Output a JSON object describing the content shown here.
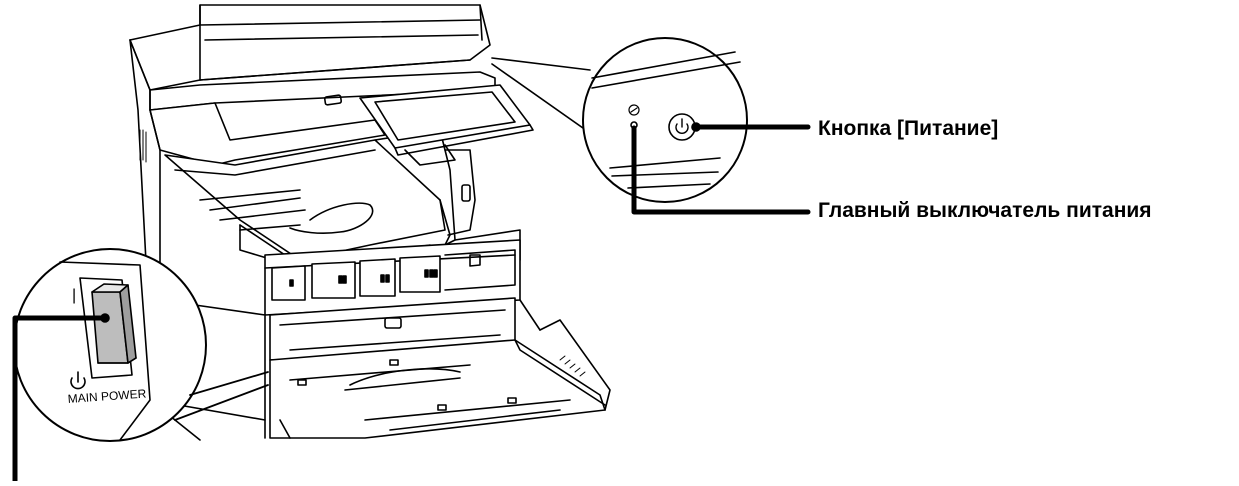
{
  "labels": {
    "power_button": "Кнопка [Питание]",
    "main_power_switch": "Главный выключатель питания"
  },
  "switch_text": {
    "marking": "MAIN POWER",
    "on_mark": "|"
  },
  "colors": {
    "line": "#000000",
    "background": "#ffffff",
    "switch_fill": "#bdbdbd",
    "panel_fill": "#f2f2f2"
  }
}
